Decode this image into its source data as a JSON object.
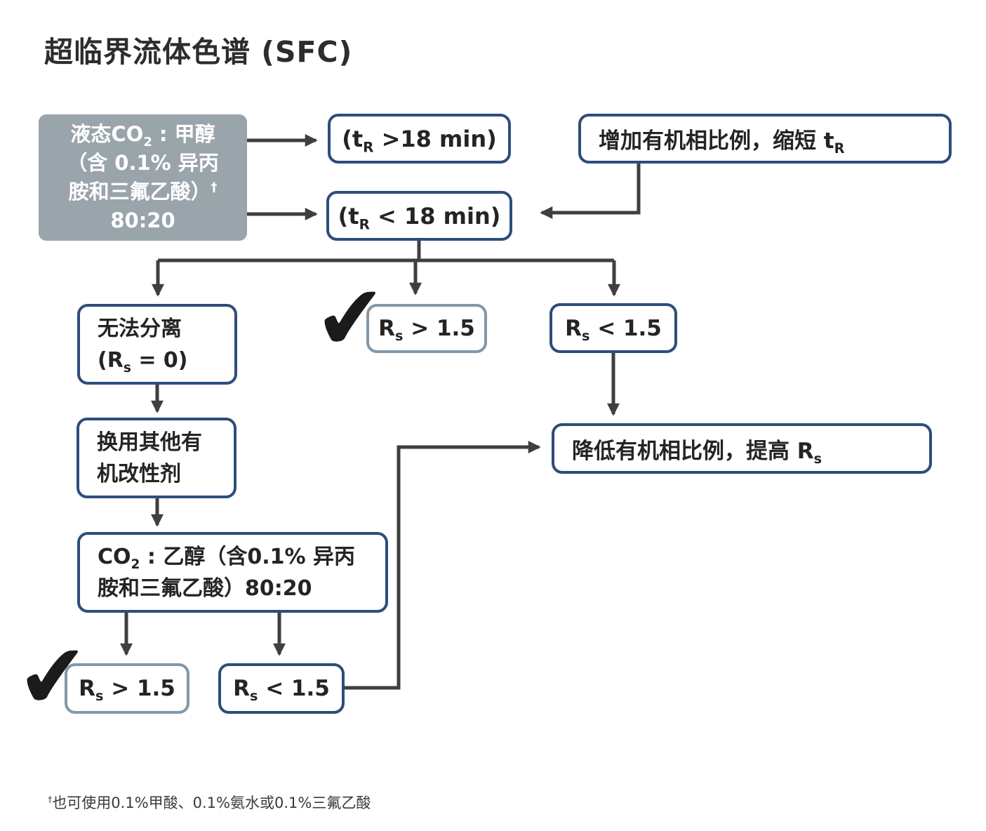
{
  "title": "超临界流体色谱 (SFC)",
  "colors": {
    "navy_border": "#2e4d7b",
    "slate_border": "#8298a9",
    "gray_box_bg": "#9aa4ab",
    "arrow": "#3f3f3f"
  },
  "boxes": {
    "source": {
      "l1a": "液态CO",
      "l1sub": "2",
      "l1b": " : 甲醇",
      "l2": "（含 0.1% 异丙",
      "l3": "胺和三氟乙酸）",
      "l3sup": "†",
      "l4": "80:20"
    },
    "tr_gt18": {
      "pre": "(t",
      "sub": "R",
      "post": " >18 min)"
    },
    "increase_organic": {
      "text": "增加有机相比例，缩短 t",
      "sub": "R"
    },
    "tr_lt18": {
      "pre": "(t",
      "sub": "R",
      "post": " < 18 min)"
    },
    "no_separation": {
      "l1": "无法分离",
      "l2pre": "(R",
      "l2sub": "s",
      "l2post": " = 0)"
    },
    "rs_pass_mid": {
      "pre": "R",
      "sub": "s",
      "post": " > 1.5"
    },
    "rs_fail_mid": {
      "pre": "R",
      "sub": "s",
      "post": " < 1.5"
    },
    "change_modifier": {
      "l1": "换用其他有",
      "l2": "机改性剂"
    },
    "decrease_organic": {
      "text": "降低有机相比例，提高 R",
      "sub": "s"
    },
    "co2_ethanol": {
      "l1a": "CO",
      "l1sub": "2",
      "l1b": " : 乙醇（含0.1% 异丙",
      "l2": "胺和三氟乙酸）80:20"
    },
    "rs_pass_bottom": {
      "pre": "R",
      "sub": "s",
      "post": " > 1.5"
    },
    "rs_fail_bottom": {
      "pre": "R",
      "sub": "s",
      "post": " < 1.5"
    }
  },
  "checkmark_glyph": "✔",
  "footnote": {
    "sup": "†",
    "text": "也可使用0.1%甲酸、0.1%氨水或0.1%三氟乙酸"
  }
}
